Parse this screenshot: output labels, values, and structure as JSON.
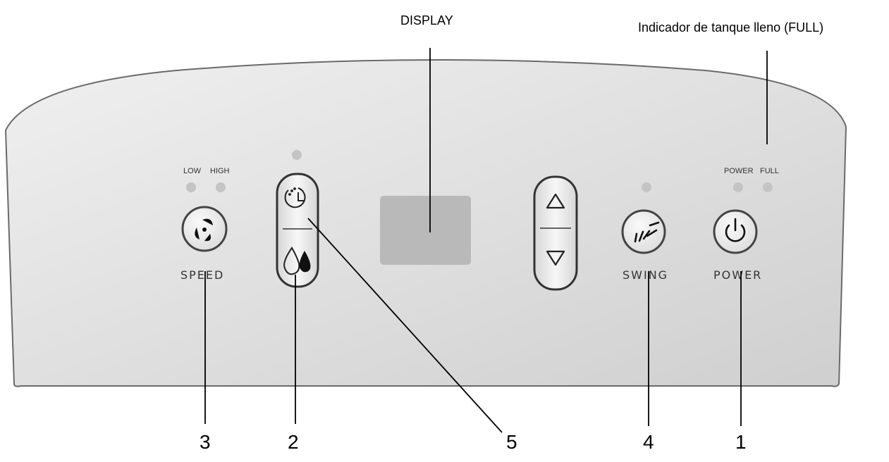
{
  "annotations": {
    "display": "DISPLAY",
    "full_indicator": "Indicador de tanque lleno (FULL)",
    "num_3": "3",
    "num_2": "2",
    "num_5": "5",
    "num_4": "4",
    "num_1": "1"
  },
  "panel": {
    "speed": {
      "low_label": "LOW",
      "high_label": "HIGH",
      "button_label": "SPEED",
      "icon": "fan-icon"
    },
    "timer_mode": {
      "top_icon": "timer-icon",
      "bottom_icon": "water-drops-icon"
    },
    "display": {
      "value": ""
    },
    "up_down": {
      "up_icon": "triangle-up-icon",
      "down_icon": "triangle-down-icon"
    },
    "swing": {
      "button_label": "SWING",
      "icon": "swing-icon"
    },
    "power": {
      "power_label": "POWER",
      "full_label": "FULL",
      "button_label": "POWER",
      "icon": "power-icon"
    }
  },
  "colors": {
    "panel_light": "#ececec",
    "panel_dark": "#d2d2d2",
    "led": "#c4c4c4",
    "display_screen": "#b9b9b9",
    "button_ring": "#444444"
  }
}
